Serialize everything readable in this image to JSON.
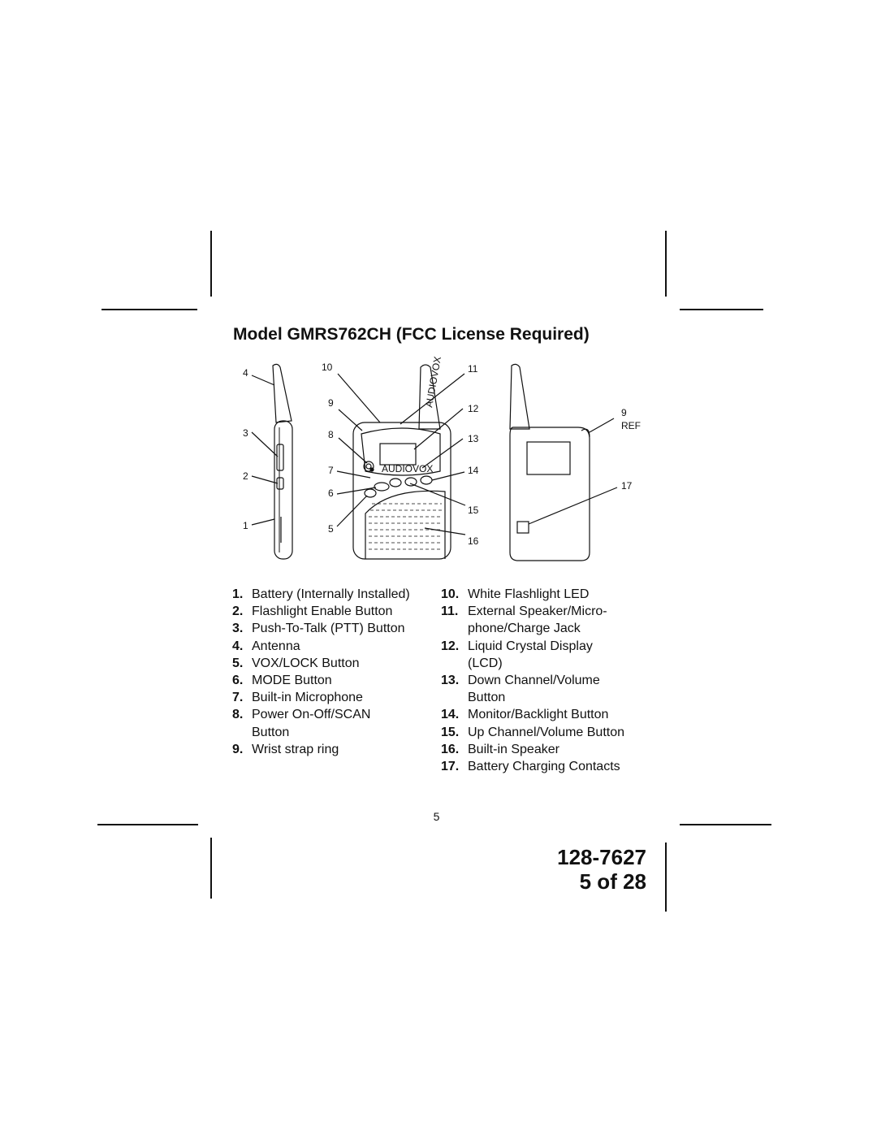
{
  "title": "Model GMRS762CH (FCC License Required)",
  "diagram": {
    "callouts_left": [
      "4",
      "3",
      "2",
      "1"
    ],
    "callouts_front_left": [
      "10",
      "9",
      "8",
      "7",
      "6",
      "5"
    ],
    "callouts_front_right": [
      "11",
      "12",
      "13",
      "14",
      "15",
      "16"
    ],
    "callouts_back": [
      "9",
      "REF",
      "17"
    ],
    "brand_mark": "AUDIOVOX"
  },
  "legend_left": [
    {
      "num": "1.",
      "text": "Battery (Internally Installed)"
    },
    {
      "num": "2.",
      "text": "Flashlight Enable Button"
    },
    {
      "num": "3.",
      "text": "Push-To-Talk (PTT) Button"
    },
    {
      "num": "4.",
      "text": "Antenna"
    },
    {
      "num": "5.",
      "text": "VOX/LOCK Button"
    },
    {
      "num": "6.",
      "text": "MODE Button"
    },
    {
      "num": "7.",
      "text": "Built-in Microphone"
    },
    {
      "num": "8.",
      "text": "Power On-Off/SCAN"
    },
    {
      "num": "",
      "text": "Button"
    },
    {
      "num": "9.",
      "text": "Wrist strap ring"
    }
  ],
  "legend_right": [
    {
      "num": "10.",
      "text": "White Flashlight LED"
    },
    {
      "num": "11.",
      "text": "External Speaker/Micro-"
    },
    {
      "num": "",
      "text": "phone/Charge Jack"
    },
    {
      "num": "12.",
      "text": "Liquid Crystal Display"
    },
    {
      "num": "",
      "text": "(LCD)"
    },
    {
      "num": "13.",
      "text": "Down Channel/Volume"
    },
    {
      "num": "",
      "text": "Button"
    },
    {
      "num": "14.",
      "text": "Monitor/Backlight Button"
    },
    {
      "num": "15.",
      "text": "Up Channel/Volume Button"
    },
    {
      "num": "16.",
      "text": "Built-in Speaker"
    },
    {
      "num": "17.",
      "text": "Battery Charging Contacts"
    }
  ],
  "page_number": "5",
  "doc_id": "128-7627",
  "page_of": "5 of 28"
}
